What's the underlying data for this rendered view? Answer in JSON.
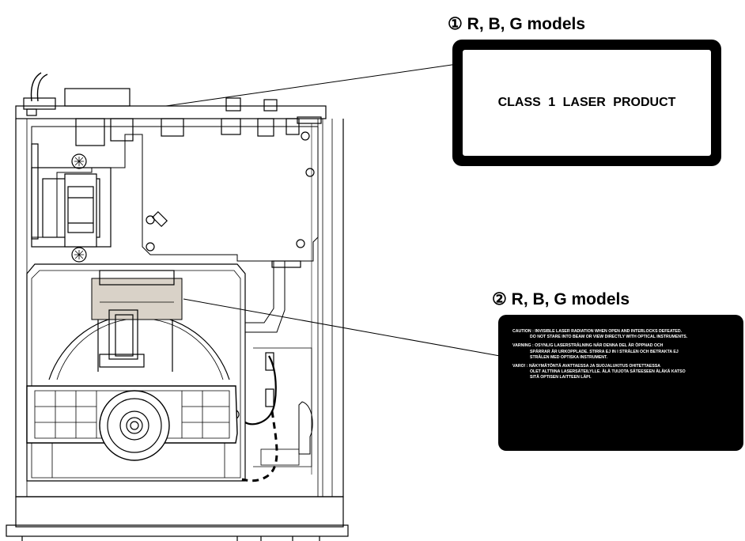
{
  "callout1": {
    "marker": "①",
    "title": "R, B, G models",
    "label_text": "CLASS 1 LASER PRODUCT"
  },
  "callout2": {
    "marker": "②",
    "title": "R, B, G models",
    "warning_lines": [
      "CAUTION : INVISIBLE LASER RADIATION WHEN OPEN AND INTERLOCKS DEFEATED.",
      "DO NOT STARE INTO BEAM OR VIEW DIRECTLY WITH OPTICAL INSTRUMENTS.",
      "VARNING : OSYNLIG LASERSTRÅLNING NÄR DENNA DEL ÄR ÖPPNAD OCH",
      "SPÄRRAR ÄR URKOPPLADE.  STIRRA EJ IN I STRÅLEN OCH BETRAKTA EJ",
      "STRÅLEN MED OPTISKA INSTRUMENT.",
      "VARO!    : NÄKYMÄTÖNTÄ AVATTAESSA JA SUOJALUKITUS OHITETTAESSA",
      "OLET ALTTIINA LASERSÄTEILYLLE.  ÄLÄ TUIJOTA SÄTEESEEN ÄLÄKÄ KATSO",
      "SITÄ OPTISEN LAITTEEN LÄPI."
    ]
  },
  "colors": {
    "line": "#000000",
    "label_highlight": "#d9d2c8",
    "background": "#ffffff"
  }
}
